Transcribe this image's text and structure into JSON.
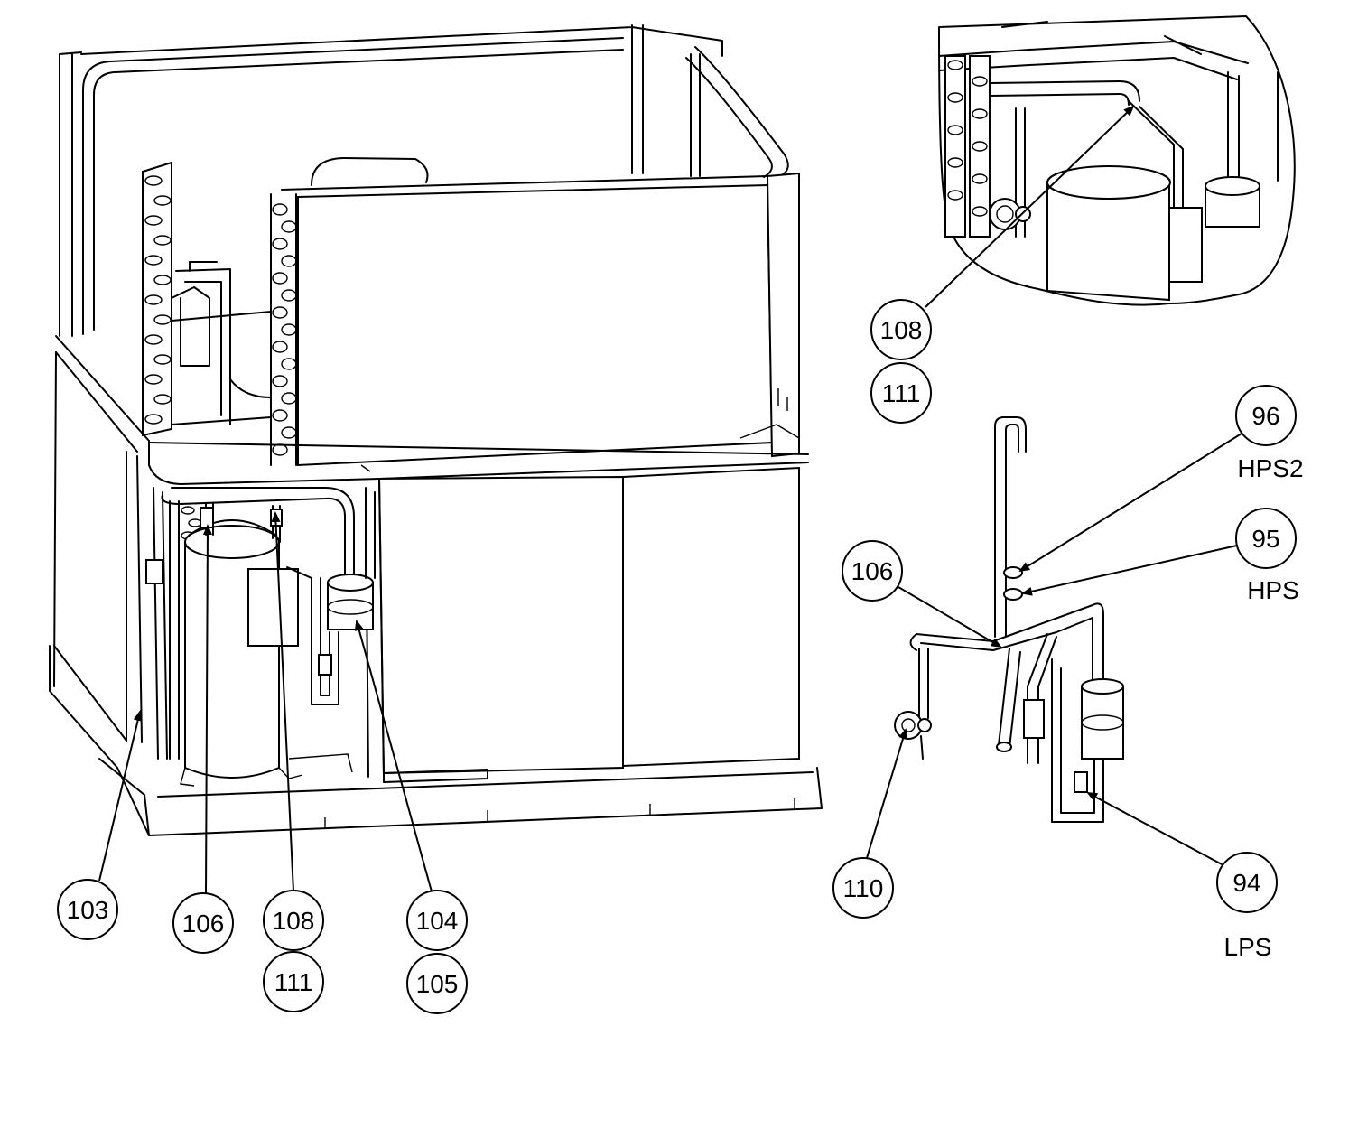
{
  "main_view": {
    "callouts": {
      "c103": "103",
      "c106": "106",
      "c108": "108",
      "c111": "111",
      "c104": "104",
      "c105": "105"
    }
  },
  "inset_view": {
    "callouts": {
      "c108": "108",
      "c111": "111"
    }
  },
  "piping_view": {
    "callouts": {
      "c96": "96",
      "c95": "95",
      "c106": "106",
      "c110": "110",
      "c94": "94"
    },
    "labels": {
      "hps2": "HPS2",
      "hps": "HPS",
      "lps": "LPS"
    }
  }
}
